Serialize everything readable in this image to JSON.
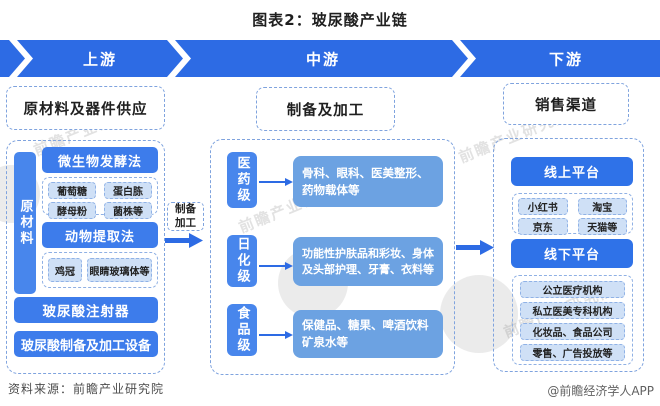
{
  "title": "图表2：玻尿酸产业链",
  "banner": {
    "segments": [
      "上游",
      "中游",
      "下游"
    ]
  },
  "upstream": {
    "header": "原材料及器件供应",
    "raw_material_label": "原材料",
    "methods": [
      {
        "name": "微生物发酵法",
        "items": [
          "葡萄糖",
          "蛋白胨",
          "酵母粉",
          "菌株等"
        ]
      },
      {
        "name": "动物提取法",
        "items": [
          "鸡冠",
          "眼睛玻璃体等"
        ]
      }
    ],
    "equipment": [
      "玻尿酸注射器",
      "玻尿酸制备及加工设备"
    ]
  },
  "connector": {
    "line1": "制备",
    "line2": "加工"
  },
  "midstream": {
    "header": "制备及加工",
    "rows": [
      {
        "grade": "医药级",
        "applications": "骨科、眼科、医美整形、药物载体等"
      },
      {
        "grade": "日化级",
        "applications": "功能性护肤品和彩妆、身体及头部护理、牙膏、衣料等"
      },
      {
        "grade": "食品级",
        "applications": "保健品、糖果、啤酒饮料矿泉水等"
      }
    ]
  },
  "downstream": {
    "header": "销售渠道",
    "online": {
      "title": "线上平台",
      "items": [
        "小红书",
        "淘宝",
        "京东",
        "天猫等"
      ]
    },
    "offline": {
      "title": "线下平台",
      "items": [
        "公立医疗机构",
        "私立医美专科机构",
        "化妆品、食品公司",
        "零售、广告投放等"
      ]
    }
  },
  "footer": {
    "source": "资料来源：前瞻产业研究院",
    "brand": "@前瞻经济学人APP"
  },
  "watermark": {
    "text": "前瞻产业研究院"
  },
  "colors": {
    "primary_blue": "#2d6be4",
    "box_blue": "#3d7ceb",
    "grade_blue": "#4886ec",
    "app_blue": "#6ca2e2",
    "light_item_blue": "#cfe0f6"
  }
}
